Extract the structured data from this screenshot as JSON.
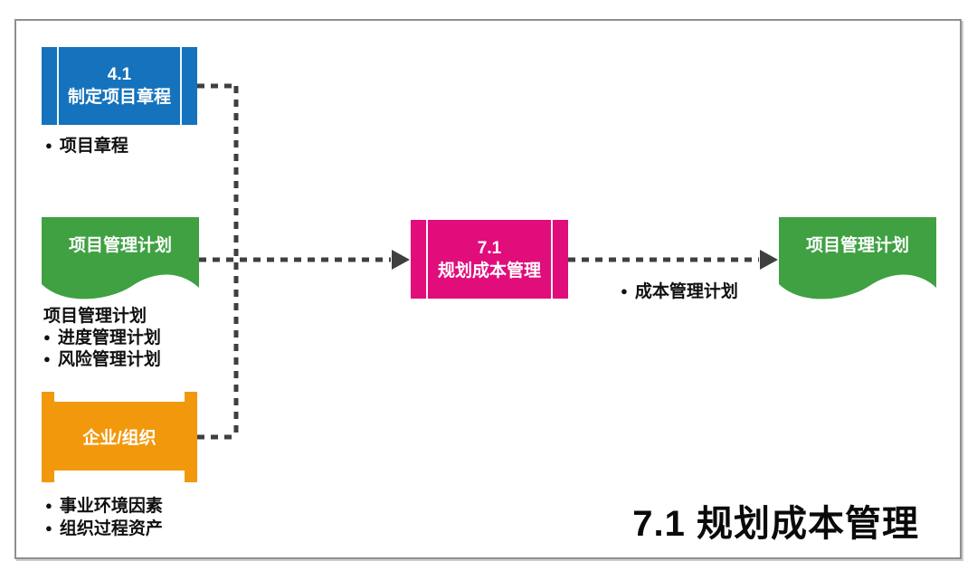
{
  "title": "7.1 规划成本管理",
  "bullet": "●",
  "colors": {
    "blue": "#1473BC",
    "green": "#3FA142",
    "orange": "#F2980D",
    "pink": "#E00D7B",
    "connector": "#3f3f3f",
    "frame_border": "#8f8f8f"
  },
  "charter": {
    "code": "4.1",
    "label": "制定项目章程",
    "output": "项目章程"
  },
  "pm_plan_left": {
    "label": "项目管理计划",
    "list_title": "项目管理计划",
    "items": [
      "进度管理计划",
      "风险管理计划"
    ]
  },
  "enterprise": {
    "label": "企业/组织",
    "items": [
      "事业环境因素",
      "组织过程资产"
    ]
  },
  "process": {
    "code": "7.1",
    "label": "规划成本管理"
  },
  "pm_plan_right": {
    "label": "项目管理计划"
  },
  "flow_label": "成本管理计划"
}
